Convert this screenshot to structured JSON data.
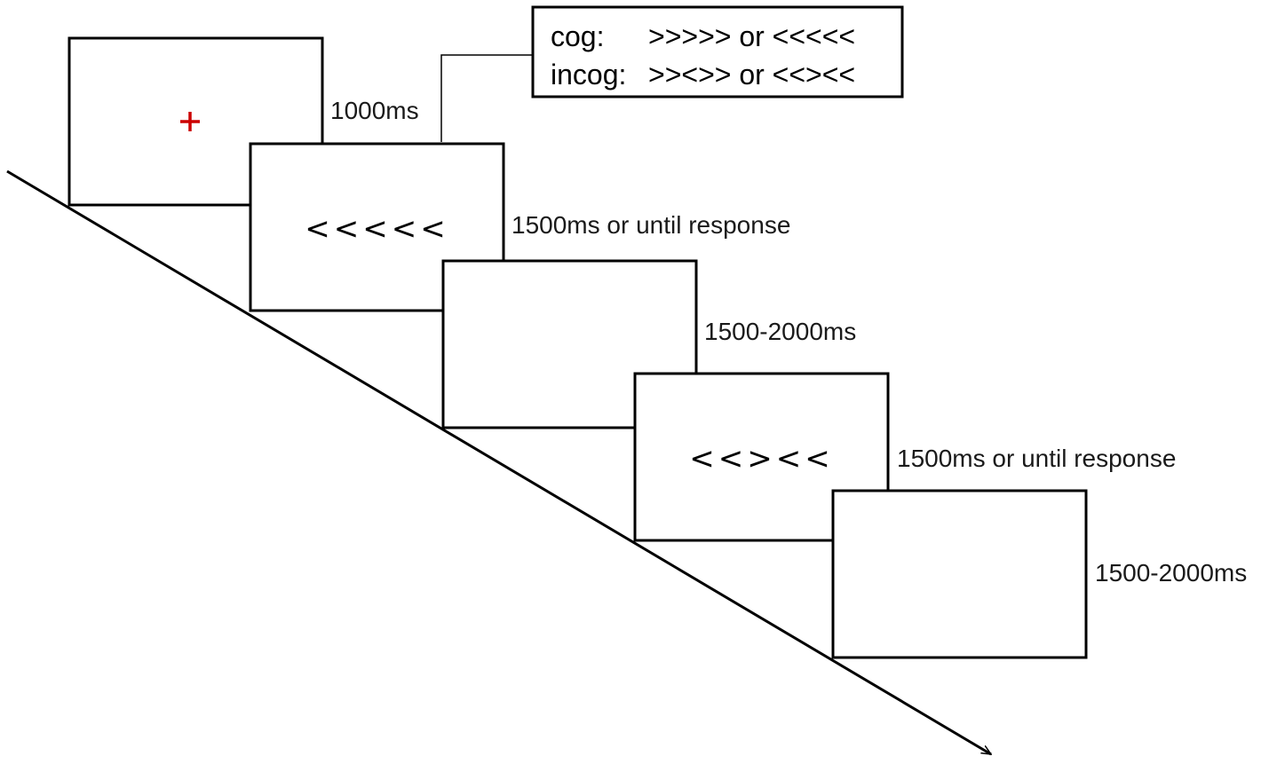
{
  "colors": {
    "fixation": "#cc0000",
    "stroke": "#000000",
    "background": "#ffffff"
  },
  "legend": {
    "cog_label": "cog:",
    "cog_value": ">>>>> or <<<<<",
    "incog_label": "incog:",
    "incog_value": ">><>> or <<><<"
  },
  "frames": [
    {
      "content": "",
      "fixation": true,
      "duration": "1000ms"
    },
    {
      "content": "<<<<<",
      "fixation": false,
      "duration": "1500ms or until response"
    },
    {
      "content": "",
      "fixation": false,
      "duration": "1500-2000ms"
    },
    {
      "content": "<<><<",
      "fixation": false,
      "duration": "1500ms or until response"
    },
    {
      "content": "",
      "fixation": false,
      "duration": "1500-2000ms"
    }
  ]
}
